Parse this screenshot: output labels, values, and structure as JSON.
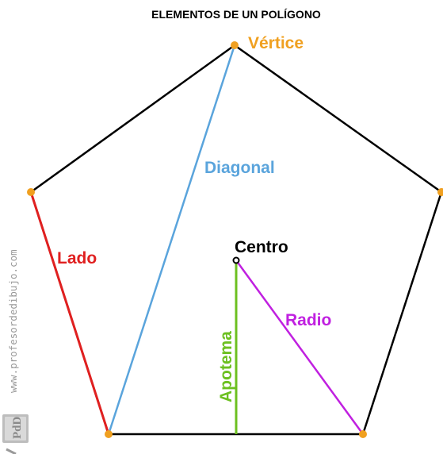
{
  "title": "ELEMENTOS DE UN POLÍGONO",
  "labels": {
    "vertex": "Vértice",
    "diagonal": "Diagonal",
    "side": "Lado",
    "center": "Centro",
    "radius": "Radio",
    "apothem": "Apotema"
  },
  "watermark": "www.profesordedibujo.com",
  "logo": "PdD",
  "colors": {
    "outline": "#000000",
    "vertex": "#f0a020",
    "diagonal": "#5aa4dc",
    "side": "#e02020",
    "center": "#000000",
    "radius": "#c020e0",
    "apothem": "#6cc020",
    "watermark": "#999999"
  }
}
